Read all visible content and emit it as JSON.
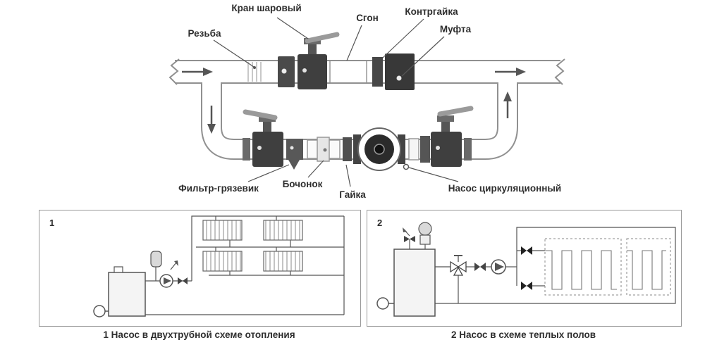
{
  "main_diagram": {
    "labels": {
      "ball_valve": "Кран шаровый",
      "sgon": "Сгон",
      "locknut": "Контргайка",
      "coupling": "Муфта",
      "thread": "Резьба",
      "filter": "Фильтр-грязевик",
      "barrel": "Бочонок",
      "nut": "Гайка",
      "pump": "Насос циркуляционный"
    }
  },
  "schemes": [
    {
      "number": "1",
      "caption": "1 Насос в двухтрубной схеме отопления"
    },
    {
      "number": "2",
      "caption": "2 Насос в схеме теплых полов"
    }
  ],
  "colors": {
    "pipe_outline": "#909090",
    "dark_fitting": "#3f3f3f",
    "text": "#2e2e2e",
    "leader_line": "#555555"
  }
}
